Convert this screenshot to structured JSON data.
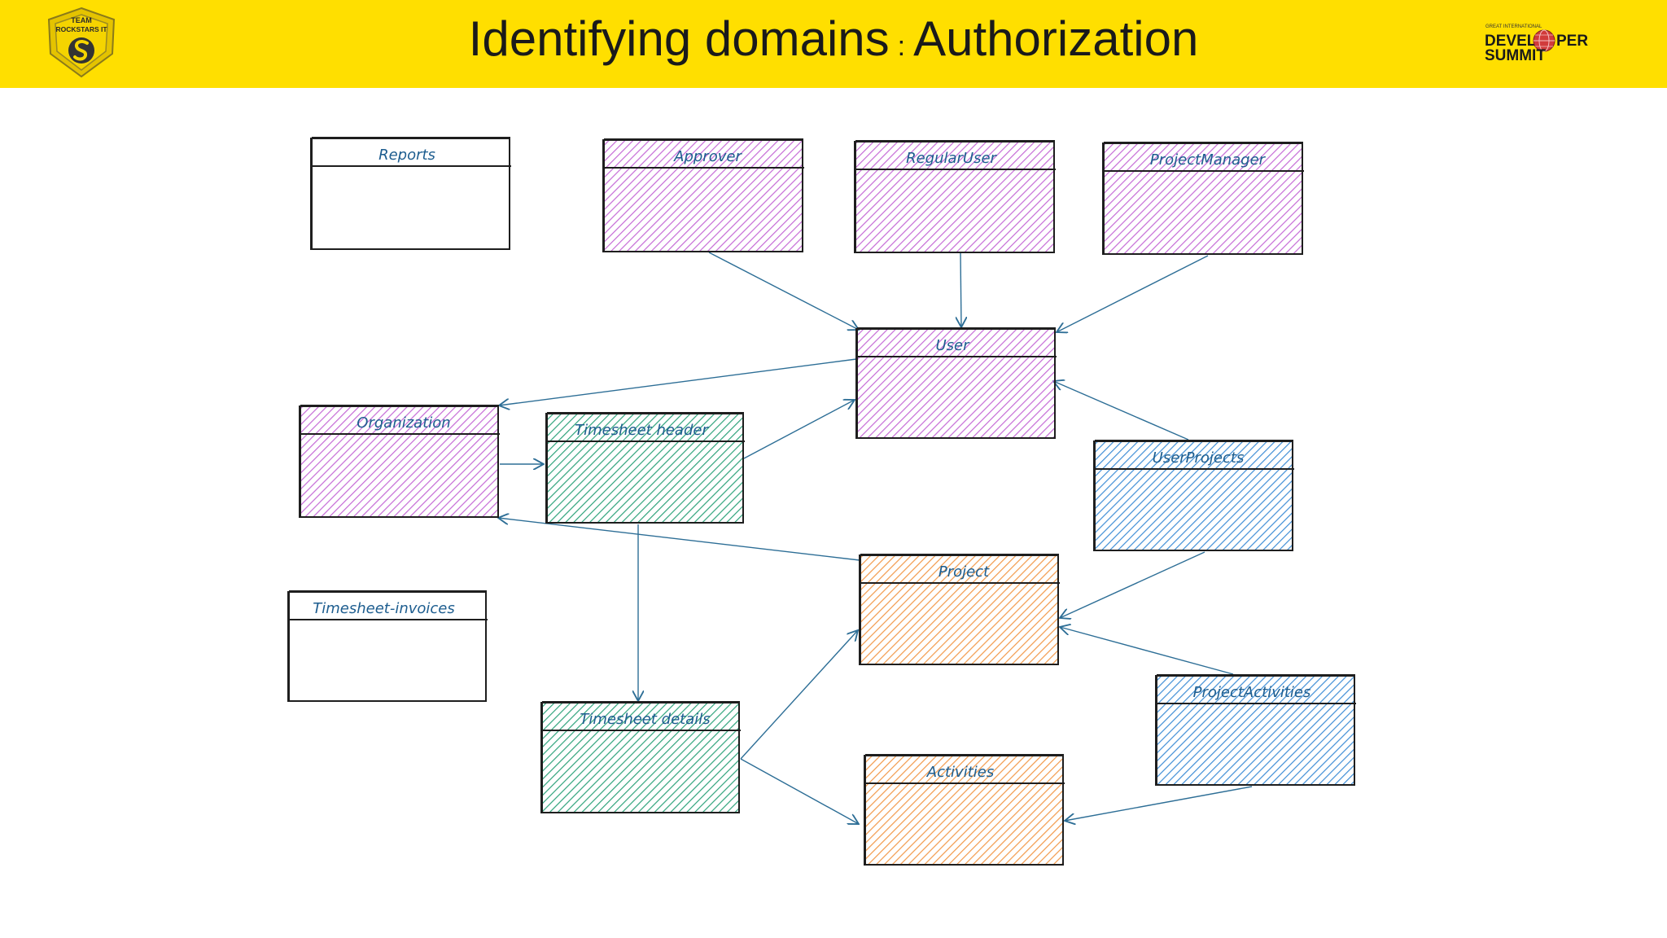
{
  "header": {
    "title_part1": "Identifying domains",
    "title_sep": ":",
    "title_part2": "Authorization",
    "logo_left": {
      "line1": "TEAM",
      "line2": "ROCKSTARS IT",
      "icon": "rockstars-s-icon"
    },
    "logo_right": {
      "top": "GREAT INTERNATIONAL",
      "word1": "DEVEL",
      "word2": "PER",
      "word3": "SUMMIT",
      "icon": "globe-icon"
    }
  },
  "colors": {
    "header_bg": "#ffdf00",
    "purple": "#c56bd6",
    "green": "#2fa37b",
    "blue": "#3f8ed6",
    "orange": "#f2994a",
    "edge": "#2d6e96",
    "label": "#1d5d8f"
  },
  "entities": [
    {
      "id": "reports",
      "label": "Reports",
      "fill": "none"
    },
    {
      "id": "approver",
      "label": "Approver",
      "fill": "purple"
    },
    {
      "id": "regular-user",
      "label": "RegularUser",
      "fill": "purple"
    },
    {
      "id": "project-manager",
      "label": "ProjectManager",
      "fill": "purple"
    },
    {
      "id": "user",
      "label": "User",
      "fill": "purple"
    },
    {
      "id": "organization",
      "label": "Organization",
      "fill": "purple"
    },
    {
      "id": "timesheet-header",
      "label": "Timesheet header",
      "fill": "green"
    },
    {
      "id": "user-projects",
      "label": "UserProjects",
      "fill": "blue"
    },
    {
      "id": "timesheet-invoices",
      "label": "Timesheet-invoices",
      "fill": "none"
    },
    {
      "id": "project",
      "label": "Project",
      "fill": "orange"
    },
    {
      "id": "project-activities",
      "label": "ProjectActivities",
      "fill": "blue"
    },
    {
      "id": "timesheet-details",
      "label": "Timesheet details",
      "fill": "green"
    },
    {
      "id": "activities",
      "label": "Activities",
      "fill": "orange"
    }
  ],
  "edges": [
    {
      "from": "approver",
      "to": "user"
    },
    {
      "from": "regular-user",
      "to": "user"
    },
    {
      "from": "project-manager",
      "to": "user"
    },
    {
      "from": "user",
      "to": "organization"
    },
    {
      "from": "timesheet-header",
      "to": "user"
    },
    {
      "from": "user-projects",
      "to": "user"
    },
    {
      "from": "organization",
      "to": "timesheet-header"
    },
    {
      "from": "project",
      "to": "organization"
    },
    {
      "from": "timesheet-header",
      "to": "timesheet-details"
    },
    {
      "from": "user-projects",
      "to": "project"
    },
    {
      "from": "project-activities",
      "to": "project"
    },
    {
      "from": "timesheet-details",
      "to": "project"
    },
    {
      "from": "timesheet-details",
      "to": "activities"
    },
    {
      "from": "project-activities",
      "to": "activities"
    }
  ]
}
